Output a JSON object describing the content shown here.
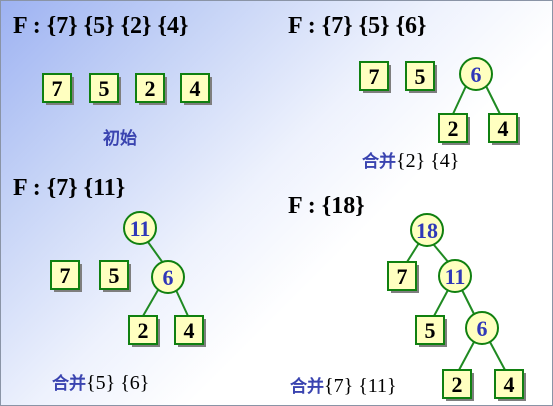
{
  "panels": [
    {
      "title": "F : {7} {5} {2} {4}",
      "caption_cn": "初始",
      "caption_num": ""
    },
    {
      "title": "F : {7} {5} {6}",
      "caption_cn": "合并",
      "caption_num": "{2} {4}"
    },
    {
      "title": "F : {7} {11}",
      "caption_cn": "合并",
      "caption_num": "{5} {6}"
    },
    {
      "title": "F : {18}",
      "caption_cn": "合并",
      "caption_num": "{7} {11}"
    }
  ],
  "leaves": [
    "7",
    "5",
    "2",
    "4",
    "7",
    "5",
    "2",
    "4",
    "7",
    "5",
    "2",
    "4",
    "7",
    "5",
    "2",
    "4"
  ],
  "nodes": [
    "6",
    "11",
    "6",
    "18",
    "11",
    "6"
  ],
  "colors": {
    "edge": "#1f8a22",
    "node_text": "#3038b8",
    "caption_cn": "#3a44b0",
    "fill": "#ffffc0"
  }
}
